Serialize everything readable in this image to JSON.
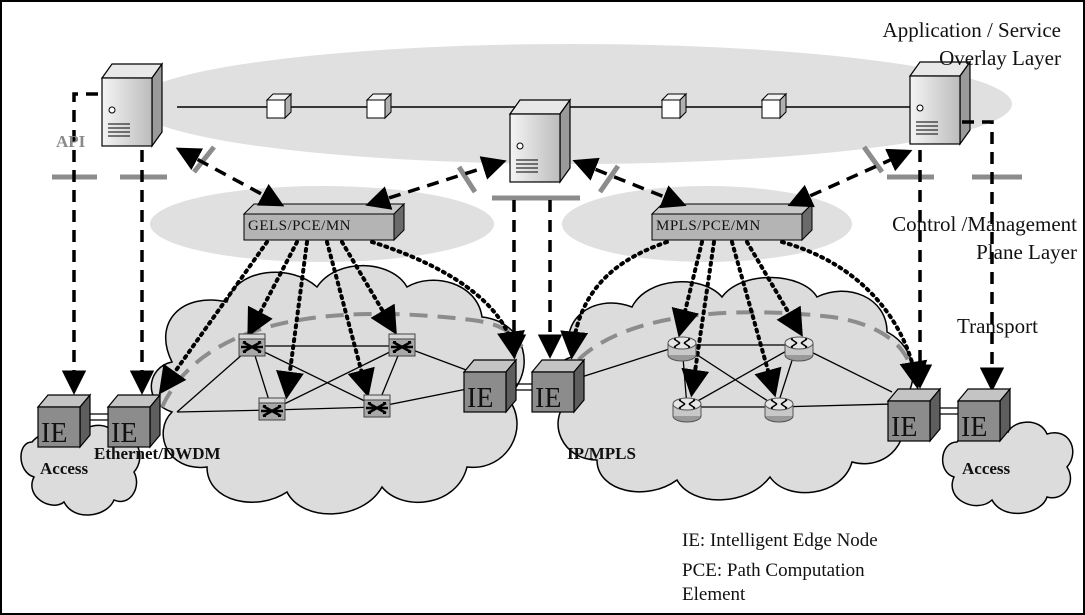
{
  "layers": {
    "application_line1": "Application / Service",
    "application_line2": "Overlay Layer",
    "control_line1": "Control /Management",
    "control_line2": "Plane Layer",
    "transport": "Transport"
  },
  "controllers": {
    "left": "GELS/PCE/MN",
    "right": "MPLS/PCE/MN"
  },
  "networks": {
    "left": "Ethernet/DWDM",
    "right": "IP/MPLS",
    "access_left": "Access",
    "access_right": "Access"
  },
  "api": "API",
  "edge_node_label": "IE",
  "legend": {
    "ie": "IE: Intelligent Edge Node",
    "pce_line1": "PCE: Path Computation",
    "pce_line2": "Element"
  },
  "colors": {
    "ellipse": "#e0e0e0",
    "cloud": "#dcdcdc",
    "ie_box": "#8c8c8c",
    "dashed_arrow": "#000000",
    "dashed_path": "#8c8c8c"
  },
  "icons": [
    "server-icon",
    "router-icon",
    "switch-icon",
    "module-icon"
  ]
}
